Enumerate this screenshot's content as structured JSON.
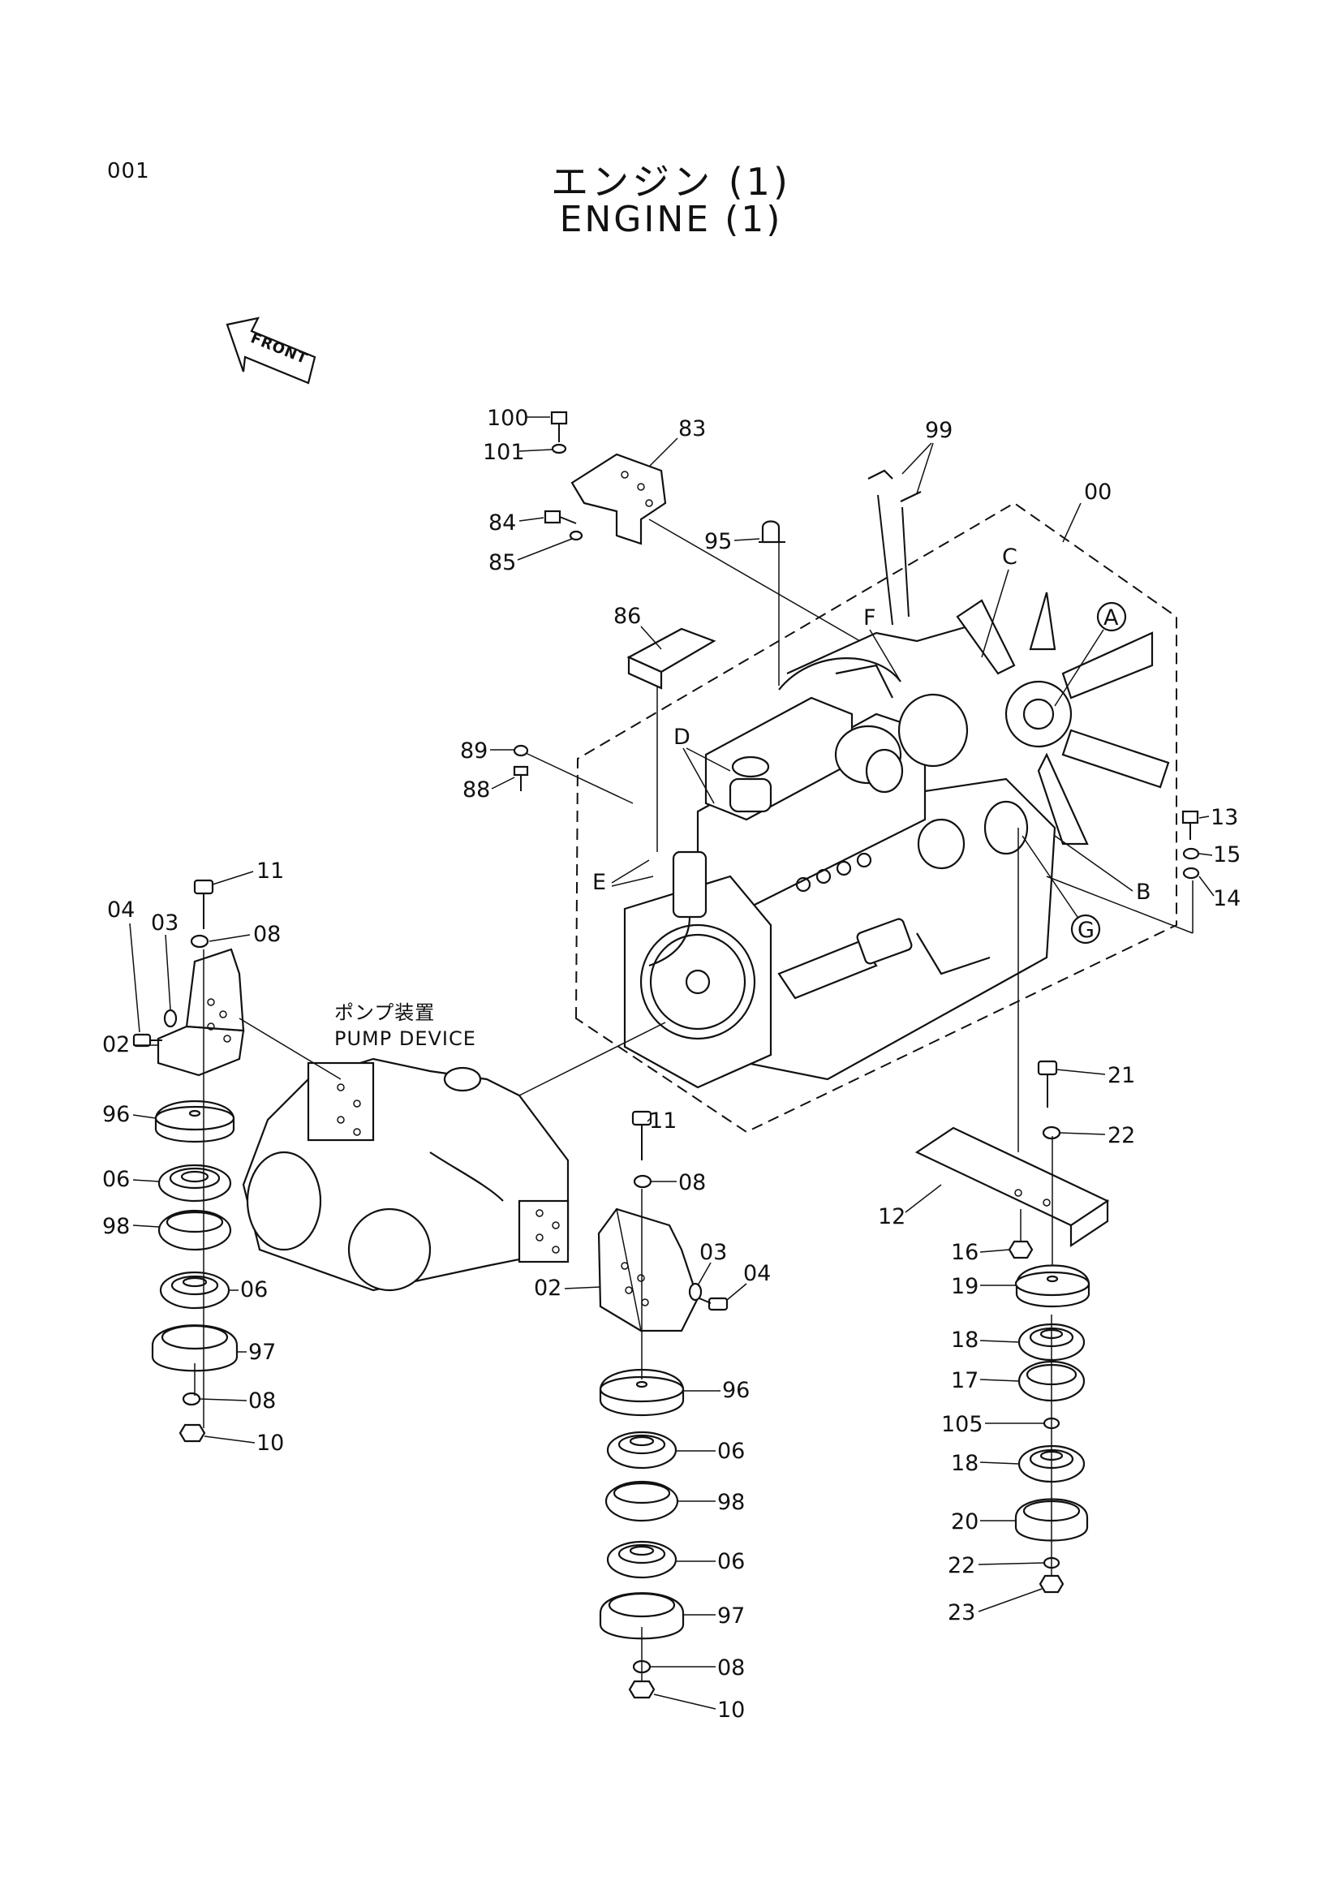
{
  "header": {
    "page_number": "001",
    "title_ja": "エンジン (1)",
    "title_en": "ENGINE (1)"
  },
  "front_arrow": {
    "label": "FRONT"
  },
  "pump_device": {
    "label_ja": "ポンプ装置",
    "label_en": "PUMP DEVICE"
  },
  "callouts": {
    "c00": "00",
    "c02a": "02",
    "c02b": "02",
    "c03a": "03",
    "c03b": "03",
    "c04a": "04",
    "c04b": "04",
    "c06a": "06",
    "c06b": "06",
    "c06c": "06",
    "c06d": "06",
    "c08a": "08",
    "c08b": "08",
    "c08c": "08",
    "c08d": "08",
    "c10a": "10",
    "c10b": "10",
    "c11a": "11",
    "c11b": "11",
    "c12": "12",
    "c13": "13",
    "c14": "14",
    "c15": "15",
    "c16": "16",
    "c17": "17",
    "c18a": "18",
    "c18b": "18",
    "c19": "19",
    "c20": "20",
    "c21": "21",
    "c22a": "22",
    "c22b": "22",
    "c23": "23",
    "c83": "83",
    "c84": "84",
    "c85": "85",
    "c86": "86",
    "c88": "88",
    "c89": "89",
    "c95": "95",
    "c96a": "96",
    "c96b": "96",
    "c97a": "97",
    "c97b": "97",
    "c98a": "98",
    "c98b": "98",
    "c99": "99",
    "c100": "100",
    "c101": "101",
    "c105": "105"
  },
  "letters": {
    "A": "A",
    "B": "B",
    "C": "C",
    "D": "D",
    "E": "E",
    "F": "F",
    "G": "G"
  }
}
